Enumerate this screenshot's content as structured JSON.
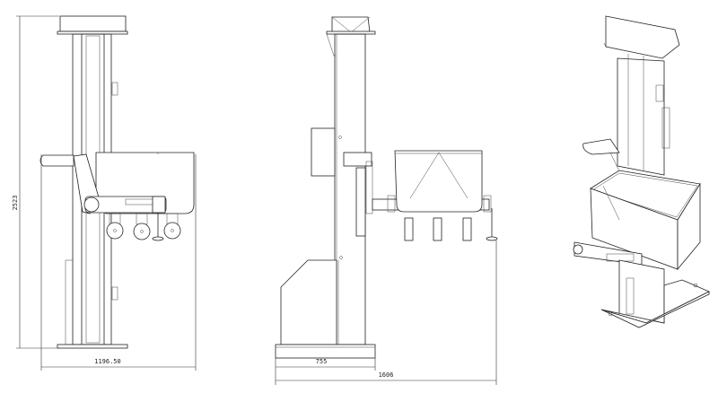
{
  "drawing": {
    "views": [
      "front-view",
      "side-view",
      "isometric-view"
    ],
    "dimensions": {
      "overall_height": "2523",
      "front_width": "1196.50",
      "base_depth": "755",
      "overall_depth": "1606"
    },
    "line_color": "#222222",
    "background": "#ffffff"
  }
}
